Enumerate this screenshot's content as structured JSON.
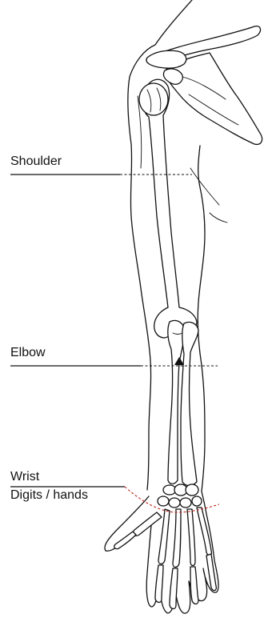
{
  "labels": {
    "shoulder": "Shoulder",
    "elbow": "Elbow",
    "wrist": "Wrist",
    "digits": "Digits / hands"
  },
  "colors": {
    "outline": "#111111",
    "wrist_dash": "#c2261e",
    "background": "#ffffff"
  }
}
